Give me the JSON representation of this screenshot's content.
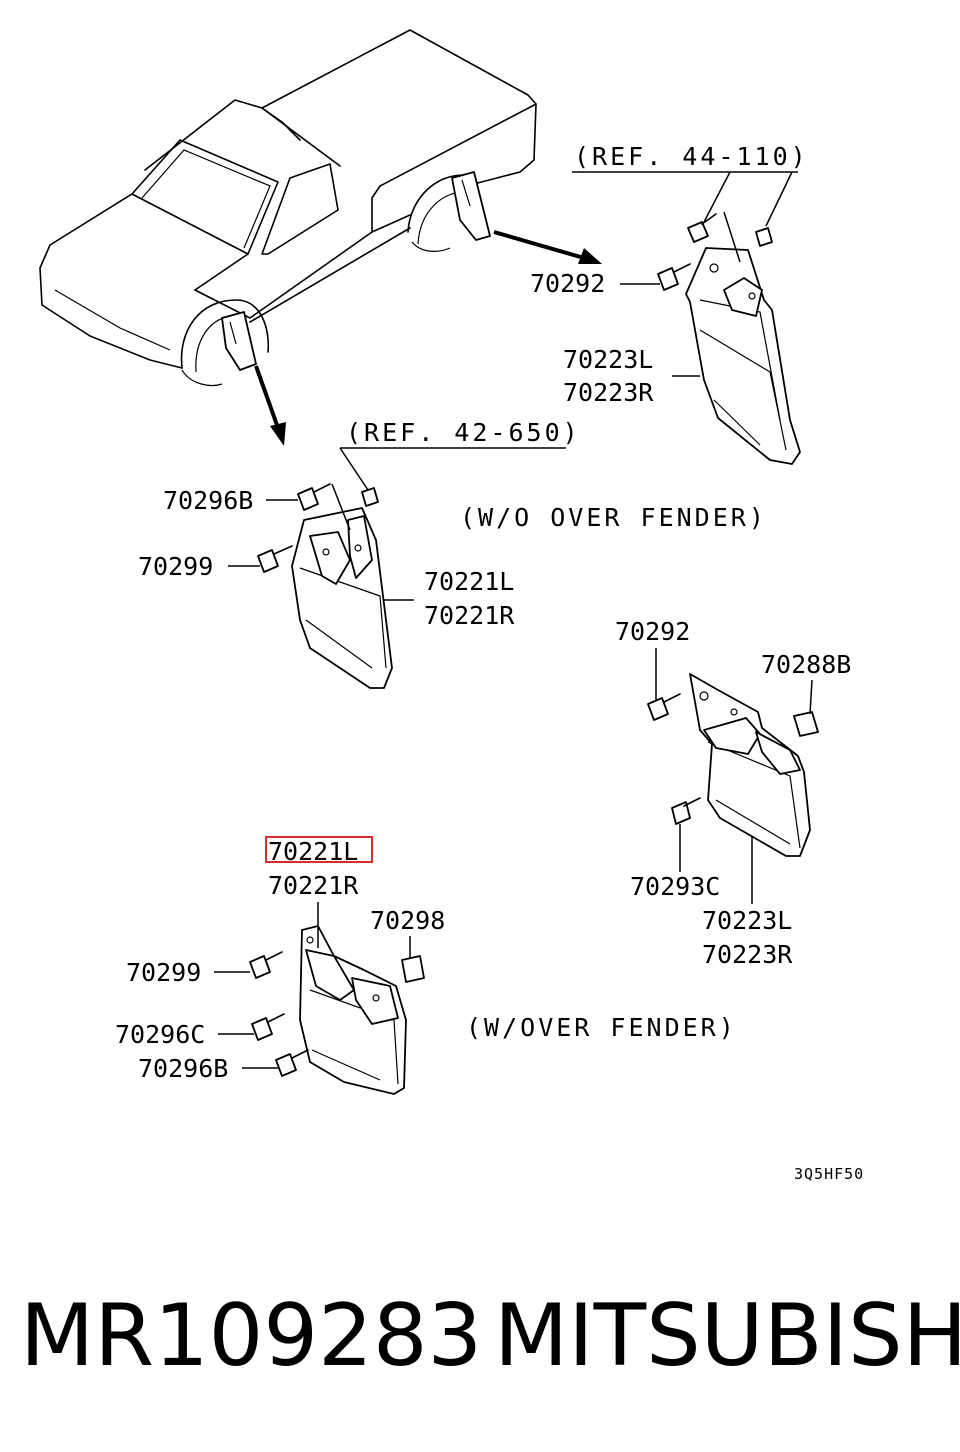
{
  "labels": {
    "ref_rear": "(REF. 44-110)",
    "rear_top_bolt": "70292",
    "rear_flap_l": "70223L",
    "rear_flap_r": "70223R",
    "ref_front": "(REF. 42-650)",
    "front_bolt_b": "70296B",
    "front_screw": "70299",
    "front_flap_l": "70221L",
    "front_flap_r": "70221R",
    "wo_over_fender": "(W/O OVER FENDER)",
    "rear2_bolt": "70292",
    "rear2_clip": "70288B",
    "rear2_screw": "70293C",
    "rear2_flap_l": "70223L",
    "rear2_flap_r": "70223R",
    "front2_flap_l": "70221L",
    "front2_flap_r": "70221R",
    "front2_clip": "70298",
    "front2_screw": "70299",
    "front2_screw_c": "70296C",
    "front2_bolt_b": "70296B",
    "w_over_fender": "(W/OVER FENDER)",
    "diagram_code": "3Q5HF50"
  },
  "caption": {
    "part_number": "MR109283",
    "brand": "MITSUBISHI"
  },
  "highlight_color": "#d32f2f"
}
